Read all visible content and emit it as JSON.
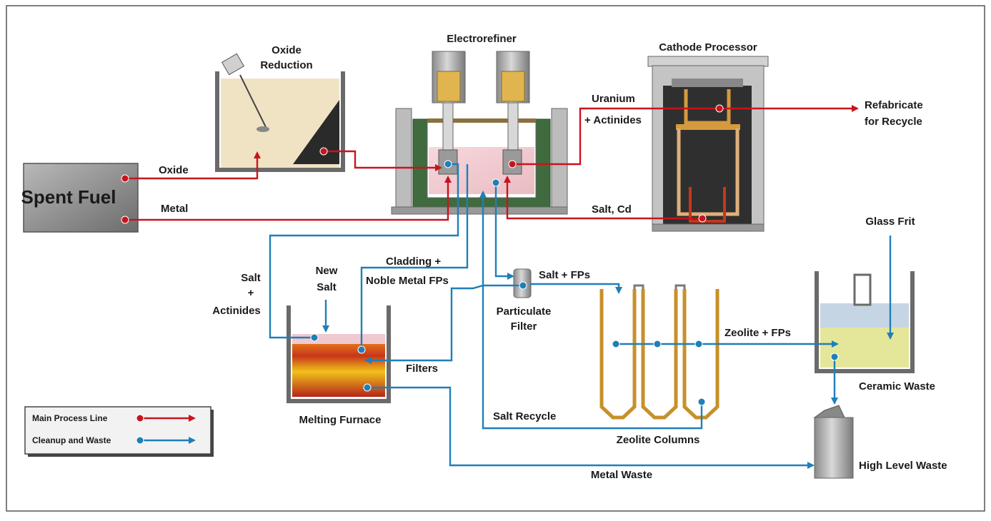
{
  "labels": {
    "oxide_reduction_1": "Oxide",
    "oxide_reduction_2": "Reduction",
    "electrorefiner": "Electrorefiner",
    "cathode_processor": "Cathode Processor",
    "spent_fuel": "Spent Fuel",
    "oxide": "Oxide",
    "metal": "Metal",
    "uranium": "Uranium",
    "actinides": "+ Actinides",
    "refabricate_1": "Refabricate",
    "refabricate_2": "for Recycle",
    "salt_cd": "Salt, Cd",
    "glass_frit": "Glass Frit",
    "cladding_1": "Cladding +",
    "cladding_2": "Noble Metal FPs",
    "salt_fps": "Salt + FPs",
    "particulate_1": "Particulate",
    "particulate_2": "Filter",
    "salt_act_1": "Salt",
    "salt_act_2": "+",
    "salt_act_3": "Actinides",
    "new_salt_1": "New",
    "new_salt_2": "Salt",
    "zeolite_fps": "Zeolite + FPs",
    "filters": "Filters",
    "ceramic_waste": "Ceramic Waste",
    "melting_furnace": "Melting Furnace",
    "salt_recycle": "Salt Recycle",
    "zeolite_columns": "Zeolite Columns",
    "high_level_waste": "High Level Waste",
    "metal_waste": "Metal Waste"
  },
  "legend": {
    "main": "Main Process Line",
    "cleanup": "Cleanup and Waste"
  },
  "colors": {
    "main_process": "#c8141e",
    "cleanup_waste": "#1f7fb8"
  }
}
